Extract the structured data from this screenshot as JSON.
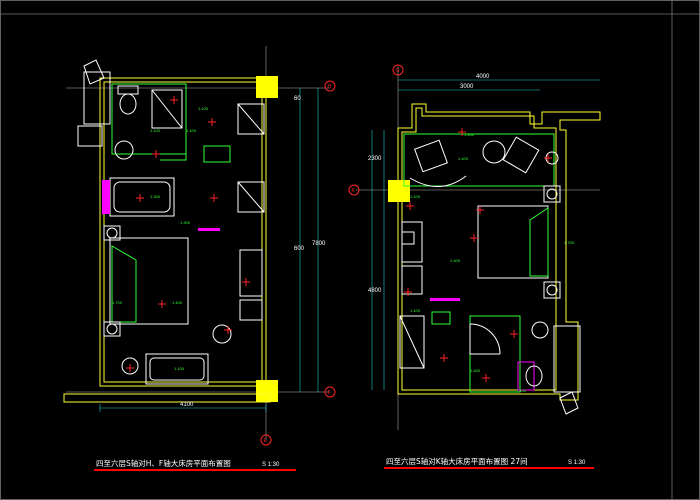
{
  "colors": {
    "background": "#000000",
    "wall": "#ffff33",
    "furniture": "#33ff33",
    "dimension": "#22cccc",
    "fixture": "#ff2222",
    "column": "#ffff00",
    "accent": "#ff00ff",
    "title_underline": "#ff0000"
  },
  "plans": [
    {
      "title": "四至六层S轴对H、F轴大床房平面布置图",
      "scale": "S 1:30",
      "axis_top": "H",
      "axis_bottom": "F",
      "axis_bottom_left": "E"
    },
    {
      "title": "四至六层S轴对K轴大床房平面布置图  27间",
      "scale": "S 1:30",
      "axis_top": "G",
      "axis_left": "K"
    }
  ]
}
